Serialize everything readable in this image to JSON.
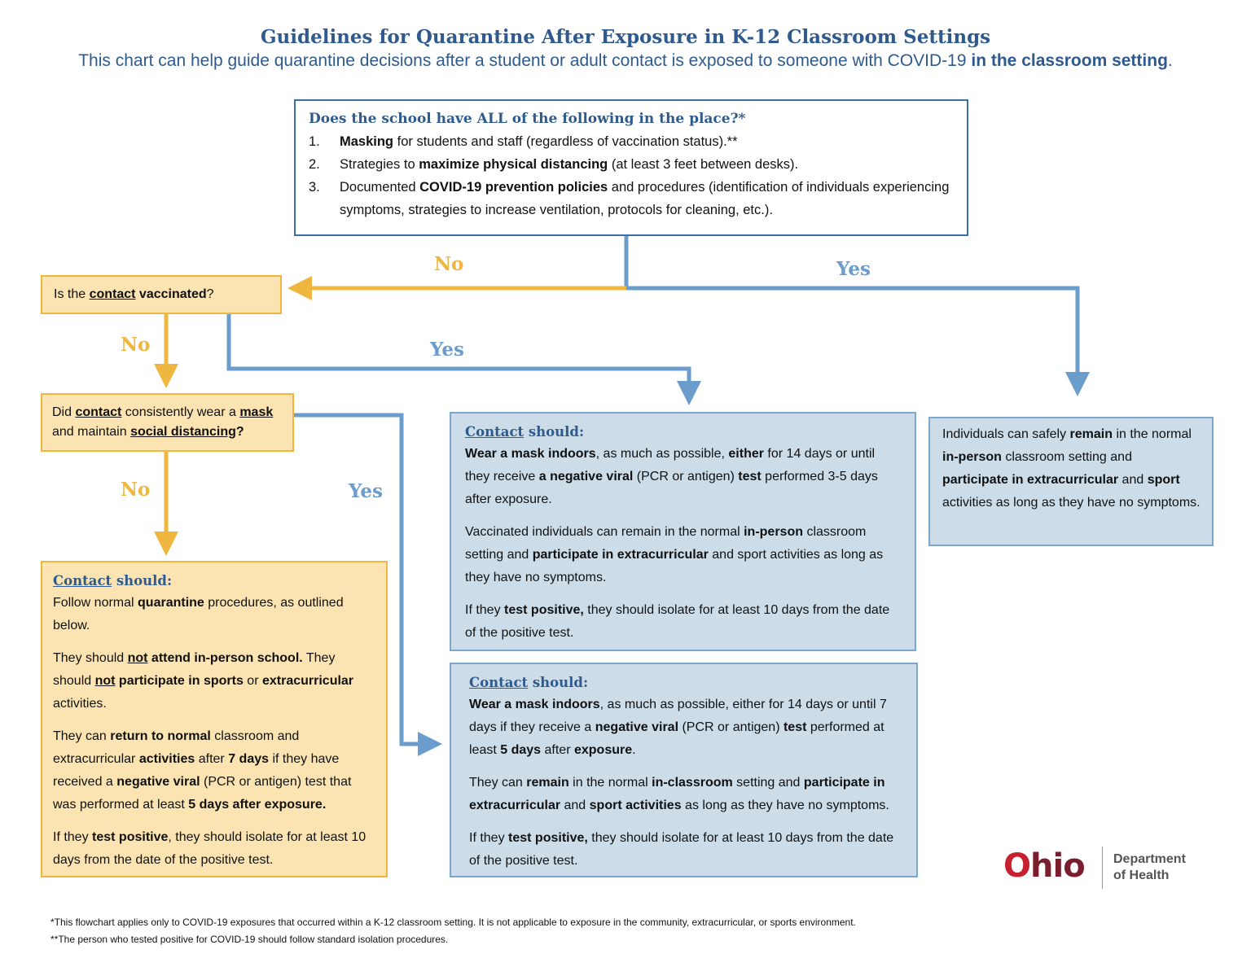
{
  "title": "Guidelines for Quarantine After Exposure in K-12 Classroom Settings",
  "subtitle": {
    "text": "This chart can help guide quarantine decisions after a student or adult contact is exposed to someone with COVID-19 ",
    "bold": "in the classroom setting",
    "end": "."
  },
  "top_box": {
    "heading": {
      "a": "Does the ",
      "b": "school",
      "c": " have ",
      "d": "ALL",
      "e": " of the following in the place?*"
    },
    "items": [
      {
        "num": "1.",
        "b1": "Masking",
        "t1": " for students and staff (regardless of vaccination status).**"
      },
      {
        "num": "2.",
        "t0": "Strategies to ",
        "b1": "maximize physical distancing",
        "t1": " (at least 3 feet between desks)."
      },
      {
        "num": "3.",
        "t0": "Documented ",
        "b1": "COVID-19 prevention policies",
        "t1": " and procedures (identification of individuals experiencing symptoms, strategies to increase ventilation, protocols for cleaning, etc.)."
      }
    ]
  },
  "labels": {
    "no": "No",
    "yes": "Yes"
  },
  "q_vaccinated": {
    "a": "Is the ",
    "b": "contact",
    "c": " vaccinated",
    "d": "?"
  },
  "q_mask": {
    "a": "Did ",
    "b": "contact",
    "c": " consistently wear a ",
    "d": "mask",
    "e": " and maintain ",
    "f": "social distancing",
    "g": "?"
  },
  "panel_quarantine": {
    "heading_a": "Contact",
    "heading_b": " should:",
    "p1": {
      "a": "Follow normal ",
      "b": "quarantine",
      "c": " procedures, as outlined below."
    },
    "p2": {
      "a": "They should ",
      "b": "not",
      "c": " attend in-person school.",
      "d": " They should ",
      "e": "not",
      "f": " participate in sports",
      "g": " or ",
      "h": "extracurricular",
      "i": " activities."
    },
    "p3": {
      "a": "They can ",
      "b": "return to normal",
      "c": " classroom and extracurricular ",
      "d": "activities",
      "e": " after ",
      "f": "7 days",
      "g": " if they have received a ",
      "h": "negative viral",
      "i": " (PCR or antigen) test that was performed at least ",
      "j": "5 days after exposure."
    },
    "p4": {
      "a": "If they ",
      "b": "test positive",
      "c": ", they should isolate for at least 10 days from the date of the positive test."
    }
  },
  "panel_vaccinated": {
    "heading_a": "Contact",
    "heading_b": " should:",
    "p1": {
      "a": "Wear a mask indoors",
      "b": ", as much as possible, ",
      "c": "either",
      "d": " for 14 days or until they receive ",
      "e": "a negative viral",
      "f": " (PCR or antigen) ",
      "g": "test",
      "h": " performed 3-5 days after exposure."
    },
    "p2": {
      "a": "Vaccinated individuals can remain in the normal ",
      "b": "in-person",
      "c": " classroom setting and ",
      "d": "participate in extracurricular",
      "e": " and sport activities as long as they have no symptoms."
    },
    "p3": {
      "a": "If they ",
      "b": "test positive,",
      "c": " they should isolate for at least 10 days from the date of the positive test."
    }
  },
  "panel_masked": {
    "heading_a": "Contact",
    "heading_b": " should:",
    "p1": {
      "a": "Wear a mask indoors",
      "b": ", as much as possible, either for 14 days or until 7 days if they receive a ",
      "c": "negative viral",
      "d": " (PCR or antigen) ",
      "e": "test",
      "f": " performed at least ",
      "g": "5 days",
      "h": " after ",
      "i": "exposure",
      "j": "."
    },
    "p2": {
      "a": "They can ",
      "b": "remain",
      "c": " in the normal ",
      "d": "in-classroom",
      "e": " setting and ",
      "f": "participate in extracurricular",
      "g": " and ",
      "h": "sport activities",
      "i": " as long as they have no symptoms."
    },
    "p3": {
      "a": "If they ",
      "b": "test positive,",
      "c": " they should isolate for at least 10 days from the date of the positive test."
    }
  },
  "panel_school_yes": {
    "a": "Individuals can safely ",
    "b": "remain",
    "c": " in the normal ",
    "d": "in-person",
    "e": " classroom setting and ",
    "f": "participate in extracurricular",
    "g": " and ",
    "h": "sport",
    "i": " activities as long as they have no symptoms."
  },
  "footnotes": [
    "*This flowchart applies only to COVID-19 exposures that occurred within a K-12 classroom setting. It is not applicable to exposure in the community, extracurricular, or sports environment.",
    "**The person who tested positive for COVID-19 should follow standard isolation procedures."
  ],
  "logo": {
    "o": "O",
    "rest": "hio",
    "dept1": "Department",
    "dept2": "of Health"
  },
  "colors": {
    "navy": "#2e5a8e",
    "gold": "#efb740",
    "blue_line": "#6a9ccc",
    "yellow_fill": "#fbe4b1",
    "blue_fill": "#ccdce8"
  }
}
